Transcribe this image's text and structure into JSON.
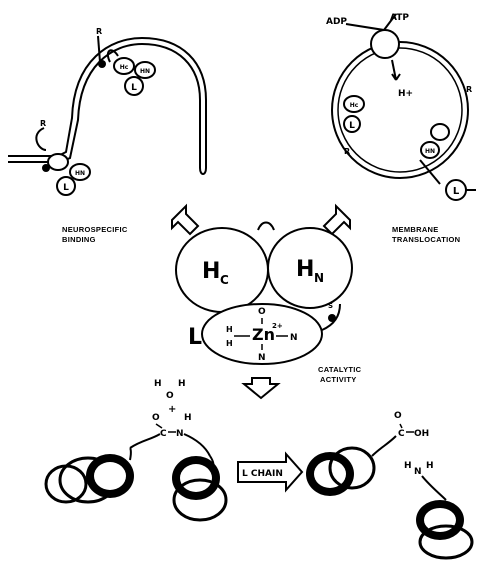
{
  "figure": {
    "top_left": {
      "caption_line1": "NEUROSPECIFIC",
      "caption_line2": "BINDING",
      "chain_l": "L",
      "chain_hc": "Hc",
      "chain_hn": "HN",
      "receptor": "R"
    },
    "top_right": {
      "adp": "ADP",
      "atp": "ATP",
      "proton": "H+",
      "caption_line1": "MEMBRANE",
      "caption_line2": "TRANSLOCATION",
      "chain_l": "L",
      "chain_hc": "Hc",
      "chain_hn": "HN",
      "receptor": "R",
      "free_l": "L"
    },
    "center": {
      "domain_hc_main": "H",
      "domain_hc_sub": "C",
      "domain_hn_main": "H",
      "domain_hn_sub": "N",
      "chain_l": "L",
      "zinc": "Zn",
      "zinc_charge": "2+",
      "ligand_o": "O",
      "ligand_n_right": "N",
      "ligand_n_bottom": "N",
      "ligand_h1": "H",
      "ligand_h2": "H",
      "disulfide": "S",
      "caption_line1": "CATALYTIC",
      "caption_line2": "ACTIVITY"
    },
    "bottom": {
      "water_h1": "H",
      "water_o": "O",
      "water_h2": "H",
      "plus": "+",
      "peptide_o": "O",
      "peptide_c": "C",
      "peptide_n": "N",
      "peptide_h": "H",
      "arrow_label": "L CHAIN",
      "product_o": "O",
      "product_c": "C",
      "product_oh": "OH",
      "amine_h1": "H",
      "amine_n": "N",
      "amine_h2": "H"
    }
  }
}
